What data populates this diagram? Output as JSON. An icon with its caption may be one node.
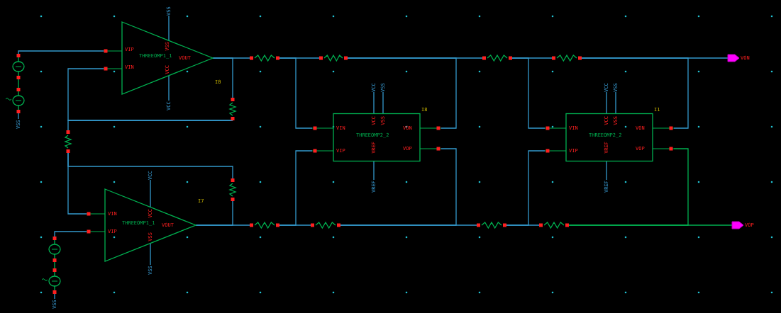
{
  "diagram": {
    "nodes": [
      {
        "text": [
          "THREEOMP1_1",
          "VIP",
          "VIN",
          "VOUT",
          "VSS",
          "VCC"
        ],
        "beside": [
          "I0"
        ]
      },
      {
        "text": [
          "THREEOMP2_2",
          "VIN",
          "VIP",
          "VON",
          "VOP",
          "VCC",
          "VSS",
          "VREF"
        ],
        "beside": [
          "I8"
        ]
      },
      {
        "text": [
          "THREEOMP2_2",
          "VIN",
          "VIP",
          "VON",
          "VOP",
          "VCC",
          "VSS",
          "VREF"
        ],
        "beside": [
          "I1"
        ]
      },
      {
        "text": [
          "VON"
        ]
      },
      {
        "text": [
          "THREEOMP1_1",
          "VIN",
          "VIP",
          "VOUT",
          "VCC",
          "VSS"
        ],
        "beside": [
          "I7"
        ]
      },
      {
        "text": [
          "VOP"
        ]
      },
      {
        "text": [],
        "shape": "circle"
      },
      {
        "text": [],
        "shape": "circle"
      },
      {
        "text": [],
        "shape": "circle"
      },
      {
        "text": [],
        "shape": "circle"
      },
      {
        "text": [],
        "shape": "resistor"
      },
      {
        "text": [],
        "shape": "resistor"
      },
      {
        "text": [],
        "shape": "resistor"
      },
      {
        "text": [],
        "shape": "resistor"
      },
      {
        "text": [],
        "shape": "resistor"
      },
      {
        "text": [],
        "shape": "resistor"
      },
      {
        "text": [],
        "shape": "resistor"
      },
      {
        "text": [],
        "shape": "resistor"
      },
      {
        "text": [],
        "shape": "resistor"
      },
      {
        "text": [],
        "shape": "resistor"
      },
      {
        "text": [],
        "shape": "resistor"
      },
      {
        "text": [
          "VSS"
        ]
      },
      {
        "text": [
          "VCC"
        ]
      },
      {
        "text": [
          "VSS"
        ]
      },
      {
        "text": [
          "VCC"
        ]
      },
      {
        "text": [
          "VSS"
        ]
      },
      {
        "text": [
          "VREF"
        ]
      },
      {
        "text": [
          "VCC"
        ]
      },
      {
        "text": [
          "VSS"
        ]
      },
      {
        "text": [
          "VREF"
        ]
      },
      {
        "text": [
          "VCC"
        ]
      },
      {
        "text": [
          "VSS"
        ]
      },
      {
        "text": [
          "VSS"
        ]
      }
    ],
    "edges": [
      {
        "from": 0,
        "to": 10,
        "arrow": "none"
      },
      {
        "from": 0,
        "to": 14,
        "arrow": "none"
      },
      {
        "from": 14,
        "to": 0,
        "arrow": "none"
      },
      {
        "from": 14,
        "to": 15,
        "arrow": "none"
      },
      {
        "from": 15,
        "to": 16,
        "arrow": "none"
      },
      {
        "from": 15,
        "to": 4,
        "arrow": "none"
      },
      {
        "from": 16,
        "to": 4,
        "arrow": "none"
      },
      {
        "from": 4,
        "to": 17,
        "arrow": "none"
      },
      {
        "from": 10,
        "to": 11,
        "arrow": "none"
      },
      {
        "from": 10,
        "to": 1,
        "arrow": "none"
      },
      {
        "from": 11,
        "to": 1,
        "arrow": "none"
      },
      {
        "from": 11,
        "to": 12,
        "arrow": "none"
      },
      {
        "from": 12,
        "to": 13,
        "arrow": "none"
      },
      {
        "from": 12,
        "to": 2,
        "arrow": "none"
      },
      {
        "from": 13,
        "to": 3,
        "arrow": "none"
      },
      {
        "from": 13,
        "to": 2,
        "arrow": "none"
      },
      {
        "from": 17,
        "to": 18,
        "arrow": "none"
      },
      {
        "from": 17,
        "to": 1,
        "arrow": "none"
      },
      {
        "from": 18,
        "to": 1,
        "arrow": "none"
      },
      {
        "from": 18,
        "to": 19,
        "arrow": "none"
      },
      {
        "from": 19,
        "to": 20,
        "arrow": "none"
      },
      {
        "from": 19,
        "to": 2,
        "arrow": "none"
      },
      {
        "from": 20,
        "to": 5,
        "arrow": "none",
        "color": "#00b050"
      },
      {
        "from": 20,
        "to": 2,
        "arrow": "none",
        "color": "#00b050"
      },
      {
        "from": 6,
        "to": 0,
        "arrow": "none"
      },
      {
        "from": 6,
        "to": 7,
        "arrow": "none",
        "color": "#00b050"
      },
      {
        "from": 8,
        "to": 4,
        "arrow": "none"
      },
      {
        "from": 8,
        "to": 9,
        "arrow": "none",
        "color": "#00b050"
      },
      {
        "from": 0,
        "to": 21,
        "arrow": "none"
      },
      {
        "from": 0,
        "to": 22,
        "arrow": "none"
      },
      {
        "from": 7,
        "to": 23,
        "arrow": "none"
      },
      {
        "from": 1,
        "to": 24,
        "arrow": "none"
      },
      {
        "from": 1,
        "to": 25,
        "arrow": "none"
      },
      {
        "from": 1,
        "to": 26,
        "arrow": "none"
      },
      {
        "from": 2,
        "to": 27,
        "arrow": "none"
      },
      {
        "from": 2,
        "to": 28,
        "arrow": "none"
      },
      {
        "from": 2,
        "to": 29,
        "arrow": "none"
      },
      {
        "from": 4,
        "to": 30,
        "arrow": "none"
      },
      {
        "from": 4,
        "to": 31,
        "arrow": "none"
      },
      {
        "from": 9,
        "to": 32,
        "arrow": "none"
      }
    ]
  }
}
